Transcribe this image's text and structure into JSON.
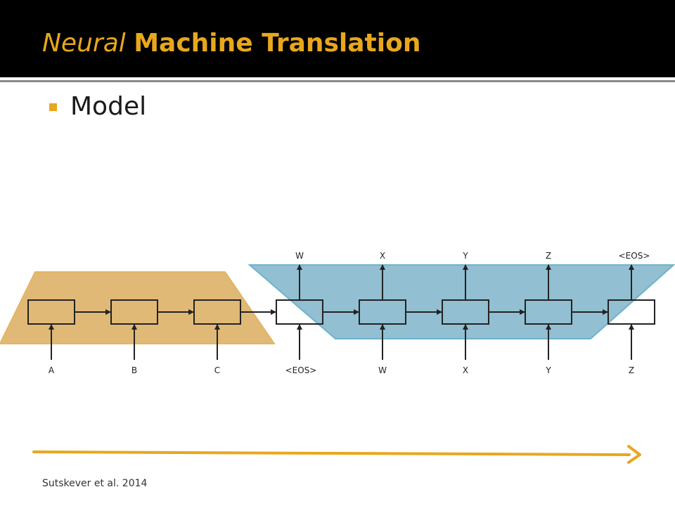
{
  "header": {
    "title_italic": "Neural",
    "title_bold": "Machine Translation"
  },
  "bullets": [
    "Model"
  ],
  "diagram": {
    "encoder_inputs": [
      "A",
      "B",
      "C"
    ],
    "decoder_inputs": [
      "<EOS>",
      "W",
      "X",
      "Y",
      "Z"
    ],
    "decoder_outputs": [
      "W",
      "X",
      "Y",
      "Z",
      "<EOS>"
    ],
    "colors": {
      "encoder_highlight": "#d9a441",
      "decoder_highlight": "#4f98b4",
      "timeline_arrow": "#e8a71c"
    }
  },
  "citation": "Sutskever et al. 2014"
}
